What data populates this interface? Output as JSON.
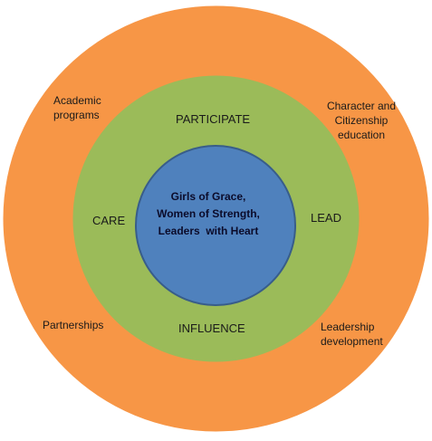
{
  "colors": {
    "outer_ring": "#f79646",
    "middle_ring": "#9bbb59",
    "inner_circle": "#4f81bd",
    "inner_border": "#385d8a",
    "text": "#1a1a1a"
  },
  "outer_ring": {
    "top_left": "Academic programs",
    "top_right": "Character and Citizenship education",
    "bottom_left": "Partnerships",
    "bottom_right": "Leadership development"
  },
  "middle_ring": {
    "top": "PARTICIPATE",
    "left": "CARE",
    "right": "LEAD",
    "bottom": "INFLUENCE"
  },
  "center": {
    "line1": "Girls of Grace,",
    "line2": "Women of Strength,",
    "line3": "Leaders  with Heart"
  }
}
